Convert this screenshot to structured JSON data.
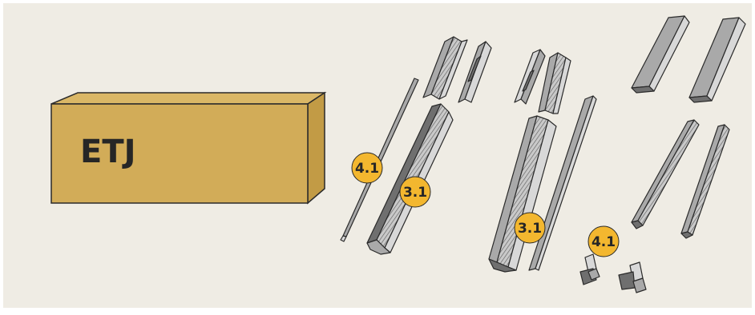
{
  "box": {
    "label": "ETJ"
  },
  "badges": [
    {
      "id": "badge-4-1-left",
      "text": "4.1"
    },
    {
      "id": "badge-3-1-left",
      "text": "3.1"
    },
    {
      "id": "badge-3-1-right",
      "text": "3.1"
    },
    {
      "id": "badge-4-1-right",
      "text": "4.1"
    }
  ],
  "colors": {
    "background": "#efece4",
    "box_front": "#d2ac58",
    "box_top": "#dab766",
    "box_side": "#c29b45",
    "badge": "#f3b72f",
    "part_fill": "#a9a9a9",
    "outline": "#2a2a2a"
  }
}
